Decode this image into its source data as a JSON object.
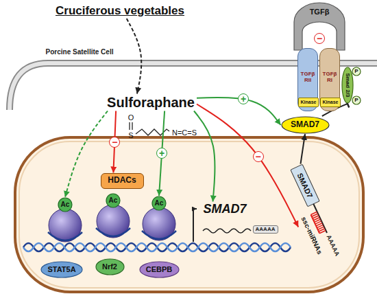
{
  "diagram": {
    "nodes": [
      {
        "text": [
          "Cruciferous vegetables"
        ]
      },
      {
        "text": [
          "TGFβ"
        ]
      },
      {
        "text": [
          "TGFβ RII"
        ]
      },
      {
        "text": [
          "Kinase"
        ],
        "in": 2
      },
      {
        "text": [
          "TGFβ RI"
        ]
      },
      {
        "text": [
          "Kinase"
        ],
        "in": 4
      },
      {
        "text": [
          "Smad 2/3"
        ]
      },
      {
        "text": [
          "P"
        ]
      },
      {
        "text": [
          "P"
        ]
      },
      {
        "text": [
          "Sulforaphane"
        ]
      },
      {
        "text": [
          "SMAD7"
        ]
      },
      {
        "text": [
          "HDACs"
        ]
      },
      {
        "text": [
          "Ac"
        ]
      },
      {
        "text": [
          "Ac"
        ]
      },
      {
        "text": [
          "Ac"
        ]
      },
      {
        "text": [
          "SMAD7"
        ]
      },
      {
        "text": [
          "SMAD7"
        ]
      },
      {
        "text": [
          "ssc-miRNAs"
        ]
      },
      {
        "text": [
          "STAT5A"
        ]
      },
      {
        "text": [
          "Nrf2"
        ]
      },
      {
        "text": [
          "CEBPB"
        ]
      }
    ],
    "edges": [
      {
        "from": 0,
        "to": 9,
        "arrow": "to"
      },
      {
        "from": 9,
        "to": 11,
        "arrow": "to",
        "label": "−"
      },
      {
        "from": 9,
        "to": 12,
        "arrow": "to"
      },
      {
        "from": 9,
        "to": 14,
        "arrow": "to",
        "label": "+"
      },
      {
        "from": 9,
        "to": 15,
        "arrow": "to"
      },
      {
        "from": 9,
        "to": 10,
        "arrow": "to",
        "label": "+"
      },
      {
        "from": 9,
        "to": 17,
        "arrow": "to",
        "label": "−"
      },
      {
        "from": 16,
        "to": 10,
        "arrow": "to"
      },
      {
        "from": 10,
        "to": 6,
        "arrow": "to"
      }
    ],
    "labels": [
      "Porcine Satellite Cell",
      "O",
      "S",
      "N=C=S",
      "AAAAA",
      "AAAAA",
      "−"
    ]
  }
}
